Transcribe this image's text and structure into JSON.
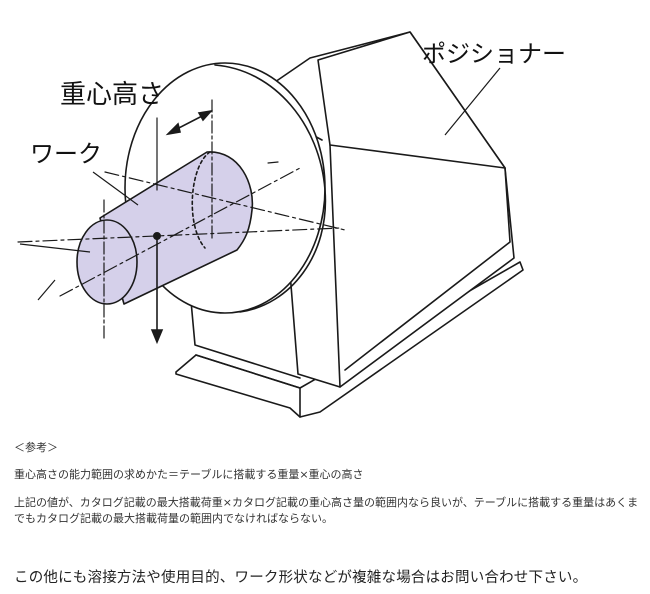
{
  "diagram": {
    "labels": {
      "positioner": "ポジショナー",
      "cog_height": "重心高さ",
      "work": "ワーク"
    },
    "colors": {
      "work_fill": "#d5d0ea",
      "line": "#1a1a1a"
    }
  },
  "notes": {
    "reference": "＜参考＞",
    "formula": "重心高さの能力範囲の求めかた＝テーブルに搭載する重量×重心の高さ",
    "body": "上記の値が、カタログ記載の最大搭載荷重×カタログ記載の重心高さ量の範囲内なら良いが、テーブルに搭載する重量はあくまでもカタログ記載の最大搭載荷量の範囲内でなければならない。"
  },
  "contact": "この他にも溶接方法や使用目的、ワーク形状などが複雑な場合はお問い合わせ下さい。"
}
